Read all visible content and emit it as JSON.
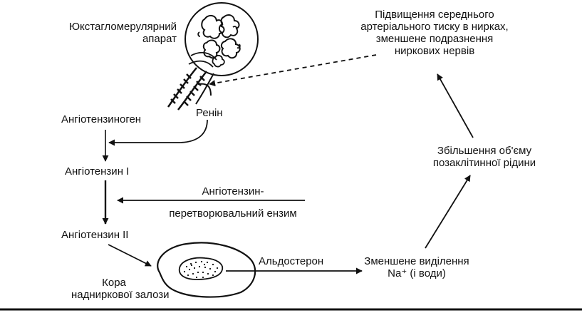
{
  "labels": {
    "jga": [
      "Юкстагломерулярний",
      "апарат"
    ],
    "renin": "Ренін",
    "angiotensinogen": "Ангіотензиноген",
    "angiotensin1": "Ангіотензин І",
    "ace": [
      "Ангіотензин-",
      "перетворювальний ензим"
    ],
    "angiotensin2": "Ангіотензин ІІ",
    "adrenal_cortex": [
      "Кора",
      "надниркової залози"
    ],
    "aldosterone": "Альдостерон",
    "reduced_excretion": [
      "Зменшене виділення",
      "Na⁺ (і води)"
    ],
    "ecf_volume": [
      "Збільшення об'єму",
      "позаклітинної рідини"
    ],
    "pressure_rise": [
      "Підвищення середнього",
      "артеріального тиску в нирках,",
      "зменшене подразнення",
      "ниркових нервів"
    ]
  },
  "colors": {
    "ink": "#111111",
    "background": "#ffffff"
  }
}
